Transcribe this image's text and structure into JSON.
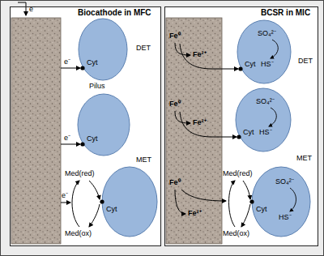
{
  "diagram": {
    "nodes": [
      {
        "text": [
          "Biocathode in MFC"
        ]
      },
      {
        "text": [
          "BCSR in MIC"
        ]
      },
      {
        "text": [
          "Cyt"
        ],
        "in": 0
      },
      {
        "text": [
          "Cyt"
        ],
        "in": 0
      },
      {
        "text": [
          "Cyt"
        ],
        "in": 0
      },
      {
        "text": [
          "Cyt",
          "SO₄²⁻",
          "HS⁻"
        ],
        "in": 1
      },
      {
        "text": [
          "Cyt",
          "SO₄²⁻",
          "HS⁻"
        ],
        "in": 1
      },
      {
        "text": [
          "Cyt",
          "SO₄²⁻",
          "HS⁻"
        ],
        "in": 1
      }
    ],
    "labels": [
      "e⁻",
      "DET",
      "Pilus",
      "MET",
      "e⁻",
      "e⁻",
      "e⁻",
      "Med(red)",
      "Med(ox)",
      "DET",
      "MET",
      "Fe⁰",
      "Fe²⁺",
      "Fe⁰",
      "Fe²⁺",
      "Fe⁰",
      "Fe²⁺",
      "Med(red)",
      "Med(ox)"
    ]
  }
}
